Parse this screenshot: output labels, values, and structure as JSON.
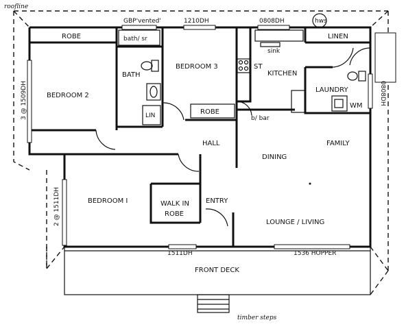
{
  "plan": {
    "labels": {
      "roofline": "roofline",
      "gbp_vented": "GBP'vented'",
      "w_1210dh": "1210DH",
      "w_0808dh_top": "0808DH",
      "hws": "hws",
      "robe_top": "ROBE",
      "bath_sr": "bath/ sr",
      "linen": "LINEN",
      "bath": "BATH",
      "bedroom3": "BEDROOM 3",
      "sink": "sink",
      "st": "ST",
      "kitchen": "KITCHEN",
      "laundry": "LAUNDRY",
      "bedroom2": "BEDROOM 2",
      "lin": "LIN",
      "robe_mid": "ROBE",
      "b_bar": "b/ bar",
      "wm": "WM",
      "w_0808dh_right": "0808DH",
      "w_3_1509dh": "3 @ 1509DH",
      "hall": "HALL",
      "dining": "DINING",
      "family": "FAMILY",
      "w_2_1511dh": "2 @ 1511DH",
      "bedroom1": "BEDROOM I",
      "walk_in": "WALK IN",
      "robe_wir": "ROBE",
      "entry": "ENTRY",
      "lounge_living": "LOUNGE / LIVING",
      "w_1511dh": "1511DH",
      "w_1536_hopper": "1536 HOPPER",
      "front_deck": "FRONT DECK",
      "timber_steps": "timber steps"
    }
  }
}
